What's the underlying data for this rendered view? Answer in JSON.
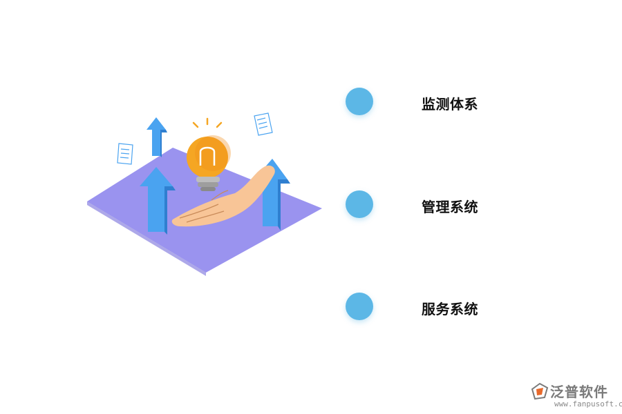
{
  "items": [
    {
      "label": "监测体系"
    },
    {
      "label": "管理系统"
    },
    {
      "label": "服务系统"
    }
  ],
  "colors": {
    "dot": "#5cb7e6",
    "platform": "#9a93ef",
    "arrow": "#4aa3f0",
    "bulb": "#f5a623",
    "hand": "#f8c597"
  },
  "brand": {
    "name": "泛普软件",
    "url": "www.fanpusoft.com"
  }
}
